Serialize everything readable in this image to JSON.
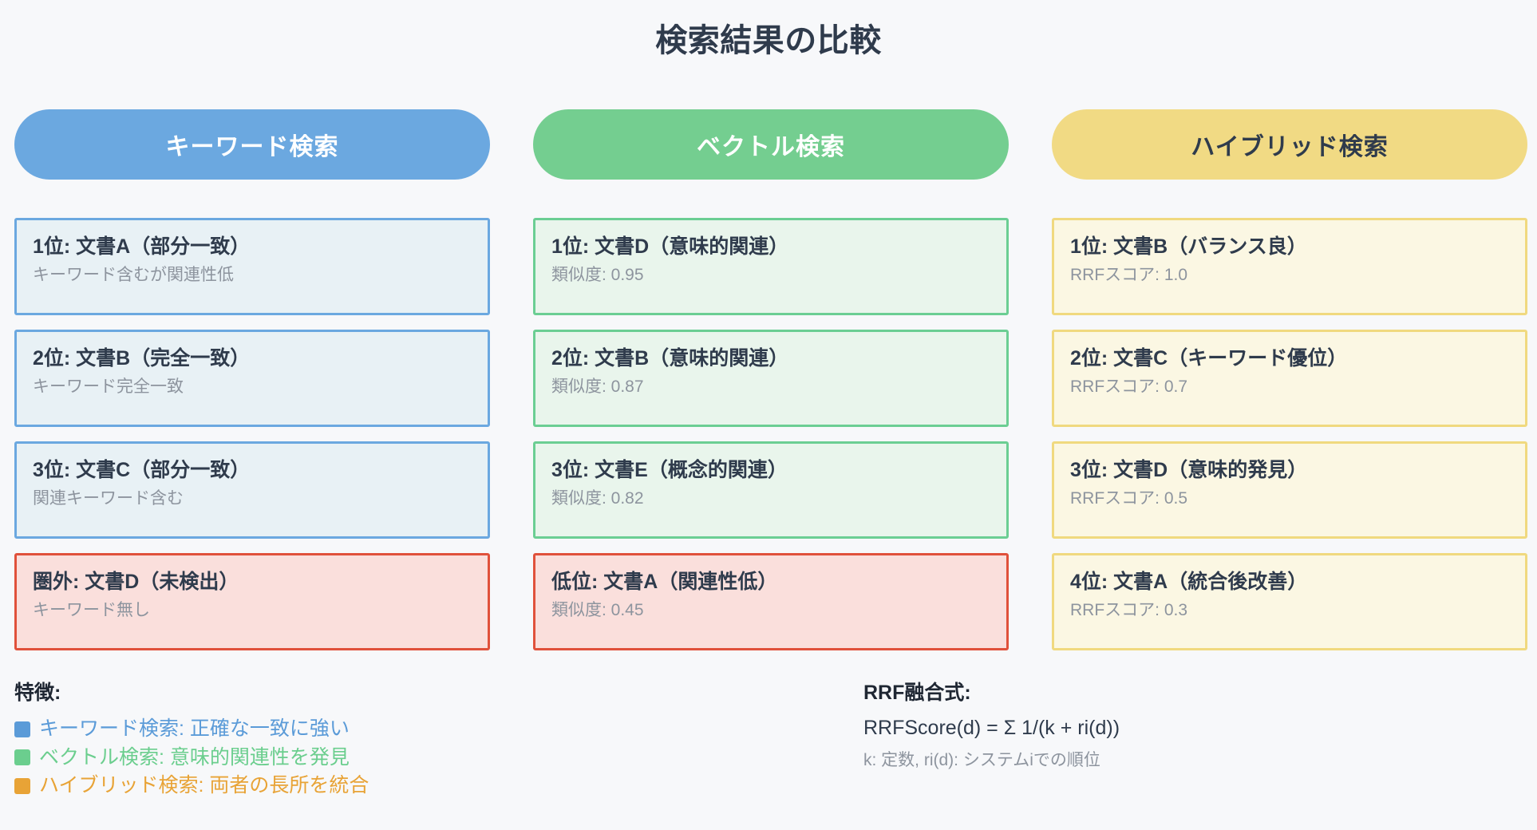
{
  "title": "検索結果の比較",
  "columns": [
    {
      "header": "キーワード検索",
      "theme": "blue",
      "cards": [
        {
          "title": "1位: 文書A（部分一致）",
          "sub": "キーワード含むが関連性低",
          "theme": "blue"
        },
        {
          "title": "2位: 文書B（完全一致）",
          "sub": "キーワード完全一致",
          "theme": "blue"
        },
        {
          "title": "3位: 文書C（部分一致）",
          "sub": "関連キーワード含む",
          "theme": "blue"
        },
        {
          "title": "圏外: 文書D（未検出）",
          "sub": "キーワード無し",
          "theme": "red"
        }
      ]
    },
    {
      "header": "ベクトル検索",
      "theme": "green",
      "cards": [
        {
          "title": "1位: 文書D（意味的関連）",
          "sub": "類似度: 0.95",
          "theme": "green"
        },
        {
          "title": "2位: 文書B（意味的関連）",
          "sub": "類似度: 0.87",
          "theme": "green"
        },
        {
          "title": "3位: 文書E（概念的関連）",
          "sub": "類似度: 0.82",
          "theme": "green"
        },
        {
          "title": "低位: 文書A（関連性低）",
          "sub": "類似度: 0.45",
          "theme": "red"
        }
      ]
    },
    {
      "header": "ハイブリッド検索",
      "theme": "yellow",
      "cards": [
        {
          "title": "1位: 文書B（バランス良）",
          "sub": "RRFスコア: 1.0",
          "theme": "yellow"
        },
        {
          "title": "2位: 文書C（キーワード優位）",
          "sub": "RRFスコア: 0.7",
          "theme": "yellow"
        },
        {
          "title": "3位: 文書D（意味的発見）",
          "sub": "RRFスコア: 0.5",
          "theme": "yellow"
        },
        {
          "title": "4位: 文書A（統合後改善）",
          "sub": "RRFスコア: 0.3",
          "theme": "yellow"
        }
      ]
    }
  ],
  "features": {
    "title": "特徴:",
    "items": [
      {
        "label": "キーワード検索: 正確な一致に強い",
        "color": "#5B9BD8"
      },
      {
        "label": "ベクトル検索: 意味的関連性を発見",
        "color": "#6BCE8E"
      },
      {
        "label": "ハイブリッド検索: 両者の長所を統合",
        "color": "#E8A336"
      }
    ]
  },
  "formula": {
    "title": "RRF融合式:",
    "expression": "RRFScore(d) = Σ 1/(k + ri(d))",
    "note": "k: 定数, ri(d): システムiでの順位"
  },
  "colors": {
    "background": "#F7F8FA",
    "title_text": "#2F3B4C",
    "keyword_accent": "#6BA8E0",
    "vector_accent": "#74CE90",
    "hybrid_accent": "#F1DA84",
    "warning_accent": "#E0513B",
    "muted_text": "#8D949E"
  }
}
